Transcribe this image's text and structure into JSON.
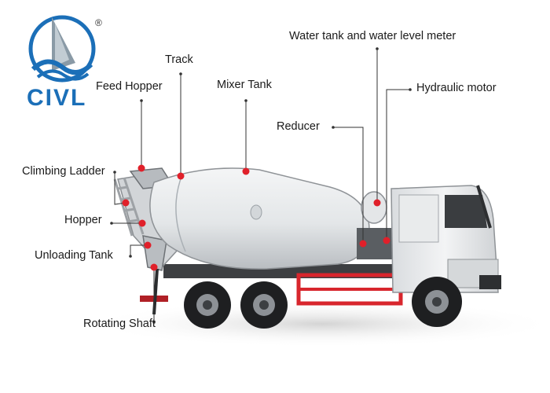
{
  "logo": {
    "text": "CIVL",
    "registered": "®"
  },
  "colors": {
    "brand_blue": "#1b6fb8",
    "marker_red": "#e0202a",
    "leader": "#333333"
  },
  "callouts": [
    {
      "id": "water-tank",
      "label": "Water tank and water level meter"
    },
    {
      "id": "track",
      "label": "Track"
    },
    {
      "id": "feed-hopper",
      "label": "Feed Hopper"
    },
    {
      "id": "mixer-tank",
      "label": "Mixer Tank"
    },
    {
      "id": "hydraulic-motor",
      "label": "Hydraulic motor"
    },
    {
      "id": "reducer",
      "label": "Reducer"
    },
    {
      "id": "climbing-ladder",
      "label": "Climbing Ladder"
    },
    {
      "id": "hopper",
      "label": "Hopper"
    },
    {
      "id": "unloading-tank",
      "label": "Unloading Tank"
    },
    {
      "id": "rotating-shaft",
      "label": "Rotating Shaft"
    }
  ]
}
